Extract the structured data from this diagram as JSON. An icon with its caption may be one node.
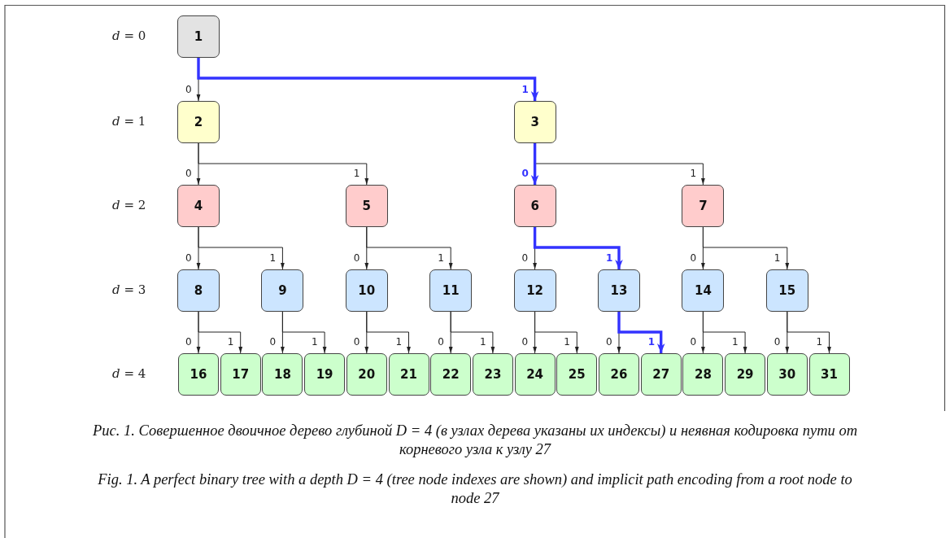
{
  "diagram": {
    "caption": "Рис. 1. Совершенное двоичное дерево глубиной D = 4 (в узлах дерева указаны их индексы) и неявная кодировка пути от корневого узла к узлу 27",
    "nodes": [
      {
        "text": [
          "1"
        ]
      },
      {
        "text": [
          "2"
        ]
      },
      {
        "text": [
          "3"
        ]
      },
      {
        "text": [
          "4"
        ]
      },
      {
        "text": [
          "5"
        ]
      },
      {
        "text": [
          "6"
        ]
      },
      {
        "text": [
          "7"
        ]
      },
      {
        "text": [
          "8"
        ]
      },
      {
        "text": [
          "9"
        ]
      },
      {
        "text": [
          "10"
        ]
      },
      {
        "text": [
          "11"
        ]
      },
      {
        "text": [
          "12"
        ]
      },
      {
        "text": [
          "13"
        ]
      },
      {
        "text": [
          "14"
        ]
      },
      {
        "text": [
          "15"
        ]
      },
      {
        "text": [
          "16"
        ]
      },
      {
        "text": [
          "17"
        ]
      },
      {
        "text": [
          "18"
        ]
      },
      {
        "text": [
          "19"
        ]
      },
      {
        "text": [
          "20"
        ]
      },
      {
        "text": [
          "21"
        ]
      },
      {
        "text": [
          "22"
        ]
      },
      {
        "text": [
          "23"
        ]
      },
      {
        "text": [
          "24"
        ]
      },
      {
        "text": [
          "25"
        ]
      },
      {
        "text": [
          "26"
        ]
      },
      {
        "text": [
          "27"
        ]
      },
      {
        "text": [
          "28"
        ]
      },
      {
        "text": [
          "29"
        ]
      },
      {
        "text": [
          "30"
        ]
      },
      {
        "text": [
          "31"
        ]
      }
    ],
    "edges": [
      {
        "from": 0,
        "to": 1,
        "arrow": "to",
        "label": "0"
      },
      {
        "from": 0,
        "to": 2,
        "arrow": "to",
        "label": "1",
        "style": "thick",
        "color": "#3333ff"
      },
      {
        "from": 1,
        "to": 3,
        "arrow": "to",
        "label": "0"
      },
      {
        "from": 1,
        "to": 4,
        "arrow": "to",
        "label": "1"
      },
      {
        "from": 2,
        "to": 5,
        "arrow": "to",
        "label": "0",
        "style": "thick",
        "color": "#3333ff"
      },
      {
        "from": 2,
        "to": 6,
        "arrow": "to",
        "label": "1"
      },
      {
        "from": 3,
        "to": 7,
        "arrow": "to",
        "label": "0"
      },
      {
        "from": 3,
        "to": 8,
        "arrow": "to",
        "label": "1"
      },
      {
        "from": 4,
        "to": 9,
        "arrow": "to",
        "label": "0"
      },
      {
        "from": 4,
        "to": 10,
        "arrow": "to",
        "label": "1"
      },
      {
        "from": 5,
        "to": 11,
        "arrow": "to",
        "label": "0"
      },
      {
        "from": 5,
        "to": 12,
        "arrow": "to",
        "label": "1",
        "style": "thick",
        "color": "#3333ff"
      },
      {
        "from": 6,
        "to": 13,
        "arrow": "to",
        "label": "0"
      },
      {
        "from": 6,
        "to": 14,
        "arrow": "to",
        "label": "1"
      },
      {
        "from": 7,
        "to": 15,
        "arrow": "to",
        "label": "0"
      },
      {
        "from": 7,
        "to": 16,
        "arrow": "to",
        "label": "1"
      },
      {
        "from": 8,
        "to": 17,
        "arrow": "to",
        "label": "0"
      },
      {
        "from": 8,
        "to": 18,
        "arrow": "to",
        "label": "1"
      },
      {
        "from": 9,
        "to": 19,
        "arrow": "to",
        "label": "0"
      },
      {
        "from": 9,
        "to": 20,
        "arrow": "to",
        "label": "1"
      },
      {
        "from": 10,
        "to": 21,
        "arrow": "to",
        "label": "0"
      },
      {
        "from": 10,
        "to": 22,
        "arrow": "to",
        "label": "1"
      },
      {
        "from": 11,
        "to": 23,
        "arrow": "to",
        "label": "0"
      },
      {
        "from": 11,
        "to": 24,
        "arrow": "to",
        "label": "1"
      },
      {
        "from": 12,
        "to": 25,
        "arrow": "to",
        "label": "0"
      },
      {
        "from": 12,
        "to": 26,
        "arrow": "to",
        "label": "1",
        "style": "thick",
        "color": "#3333ff"
      },
      {
        "from": 13,
        "to": 27,
        "arrow": "to",
        "label": "0"
      },
      {
        "from": 13,
        "to": 28,
        "arrow": "to",
        "label": "1"
      },
      {
        "from": 14,
        "to": 29,
        "arrow": "to",
        "label": "0"
      },
      {
        "from": 14,
        "to": 30,
        "arrow": "to",
        "label": "1"
      }
    ],
    "labels": [
      "*d* = 0",
      "*d* = 1",
      "*d* = 2",
      "*d* = 3",
      "*d* = 4",
      "Fig. 1. A perfect binary tree with a depth D = 4 (tree node indexes are shown) and implicit path encoding from a root node to node 27"
    ]
  }
}
